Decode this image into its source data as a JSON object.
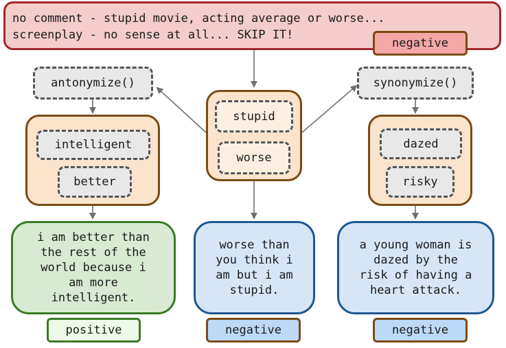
{
  "review": {
    "text": "no comment - stupid movie, acting average or worse...\nscreenplay - no sense at all... SKIP IT!",
    "label": "negative"
  },
  "left": {
    "function": "antonymize()",
    "words": [
      "intelligent",
      "better"
    ],
    "output": "i am better than\nthe rest of the\nworld because i\nam more\nintelligent.",
    "label": "positive"
  },
  "center": {
    "words": [
      "stupid",
      "worse"
    ],
    "output": "worse than\nyou think i\nam but i am\nstupid.",
    "label": "negative"
  },
  "right": {
    "function": "synonymize()",
    "words": [
      "dazed",
      "risky"
    ],
    "output": "a young woman is\ndazed by the\nrisk of having a\nheart attack.",
    "label": "negative"
  },
  "colors": {
    "review_fill": "#f4cccc",
    "review_border": "#a0262b",
    "group_fill": "#fbe3cc",
    "group_border": "#7a4a14",
    "positive_fill": "#d8ead2",
    "positive_border": "#3a7a24",
    "negative_fill": "#d6e6f7",
    "negative_border": "#1f5591",
    "arrow": "#707070"
  }
}
